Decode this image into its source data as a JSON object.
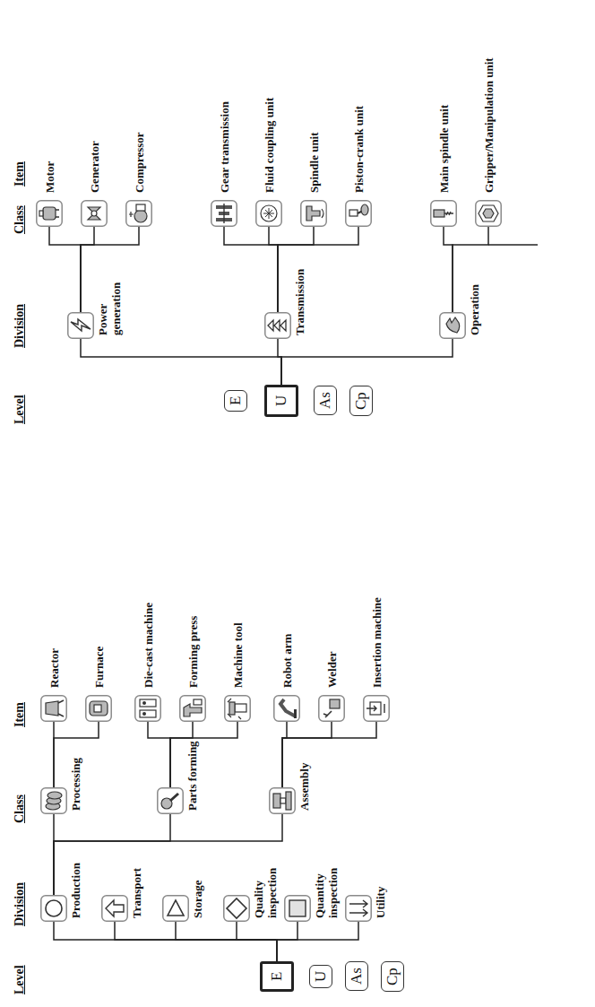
{
  "diagram": {
    "nodes": [
      {
        "text": [
          "E"
        ]
      },
      {
        "text": [
          "U"
        ]
      },
      {
        "text": [
          "As"
        ]
      },
      {
        "text": [
          "Cp"
        ]
      },
      {
        "text": [
          "Production"
        ]
      },
      {
        "text": [
          "Transport"
        ]
      },
      {
        "text": [
          "Storage"
        ]
      },
      {
        "text": [
          "Quality inspection"
        ]
      },
      {
        "text": [
          "Quantity inspection"
        ]
      },
      {
        "text": [
          "Utility"
        ]
      },
      {
        "text": [
          "Processing"
        ]
      },
      {
        "text": [
          "Parts forming"
        ]
      },
      {
        "text": [
          "Assembly"
        ]
      },
      {
        "text": [
          "Reactor"
        ]
      },
      {
        "text": [
          "Furnace"
        ]
      },
      {
        "text": [
          "Die-cast machine"
        ]
      },
      {
        "text": [
          "Forming press"
        ]
      },
      {
        "text": [
          "Machine tool"
        ]
      },
      {
        "text": [
          "Robot arm"
        ]
      },
      {
        "text": [
          "Welder"
        ]
      },
      {
        "text": [
          "Insertion machine"
        ]
      },
      {
        "text": [
          "E"
        ]
      },
      {
        "text": [
          "U"
        ]
      },
      {
        "text": [
          "As"
        ]
      },
      {
        "text": [
          "Cp"
        ]
      },
      {
        "text": [
          "Power generation"
        ]
      },
      {
        "text": [
          "Transmission"
        ]
      },
      {
        "text": [
          "Operation"
        ]
      },
      {
        "text": [
          "Motor"
        ]
      },
      {
        "text": [
          "Generator"
        ]
      },
      {
        "text": [
          "Compressor"
        ]
      },
      {
        "text": [
          "Gear transmission"
        ]
      },
      {
        "text": [
          "Fluid coupling unit"
        ]
      },
      {
        "text": [
          "Spindle unit"
        ]
      },
      {
        "text": [
          "Piston-crank unit"
        ]
      },
      {
        "text": [
          "Main spindle unit"
        ]
      },
      {
        "text": [
          "Gripper/Manipulation unit"
        ]
      }
    ],
    "edges": [
      {
        "from": 0,
        "to": 4,
        "arrow": "none"
      },
      {
        "from": 0,
        "to": 5,
        "arrow": "none"
      },
      {
        "from": 0,
        "to": 6,
        "arrow": "none"
      },
      {
        "from": 0,
        "to": 7,
        "arrow": "none"
      },
      {
        "from": 0,
        "to": 8,
        "arrow": "none"
      },
      {
        "from": 0,
        "to": 9,
        "arrow": "none"
      },
      {
        "from": 4,
        "to": 10,
        "arrow": "none"
      },
      {
        "from": 4,
        "to": 11,
        "arrow": "none"
      },
      {
        "from": 4,
        "to": 12,
        "arrow": "none"
      },
      {
        "from": 10,
        "to": 13,
        "arrow": "none"
      },
      {
        "from": 10,
        "to": 14,
        "arrow": "none"
      },
      {
        "from": 11,
        "to": 15,
        "arrow": "none"
      },
      {
        "from": 11,
        "to": 16,
        "arrow": "none"
      },
      {
        "from": 11,
        "to": 17,
        "arrow": "none"
      },
      {
        "from": 12,
        "to": 18,
        "arrow": "none"
      },
      {
        "from": 12,
        "to": 19,
        "arrow": "none"
      },
      {
        "from": 12,
        "to": 20,
        "arrow": "none"
      },
      {
        "from": 22,
        "to": 25,
        "arrow": "none"
      },
      {
        "from": 22,
        "to": 26,
        "arrow": "none"
      },
      {
        "from": 22,
        "to": 27,
        "arrow": "none"
      },
      {
        "from": 25,
        "to": 28,
        "arrow": "none"
      },
      {
        "from": 25,
        "to": 29,
        "arrow": "none"
      },
      {
        "from": 25,
        "to": 30,
        "arrow": "none"
      },
      {
        "from": 26,
        "to": 31,
        "arrow": "none"
      },
      {
        "from": 26,
        "to": 32,
        "arrow": "none"
      },
      {
        "from": 26,
        "to": 33,
        "arrow": "none"
      },
      {
        "from": 26,
        "to": 34,
        "arrow": "none"
      },
      {
        "from": 27,
        "to": 35,
        "arrow": "none"
      },
      {
        "from": 27,
        "to": 36,
        "arrow": "none"
      }
    ],
    "labels": [
      "Level",
      "Division",
      "Class",
      "Item",
      "Level",
      "Division",
      "Class",
      "Item"
    ]
  }
}
